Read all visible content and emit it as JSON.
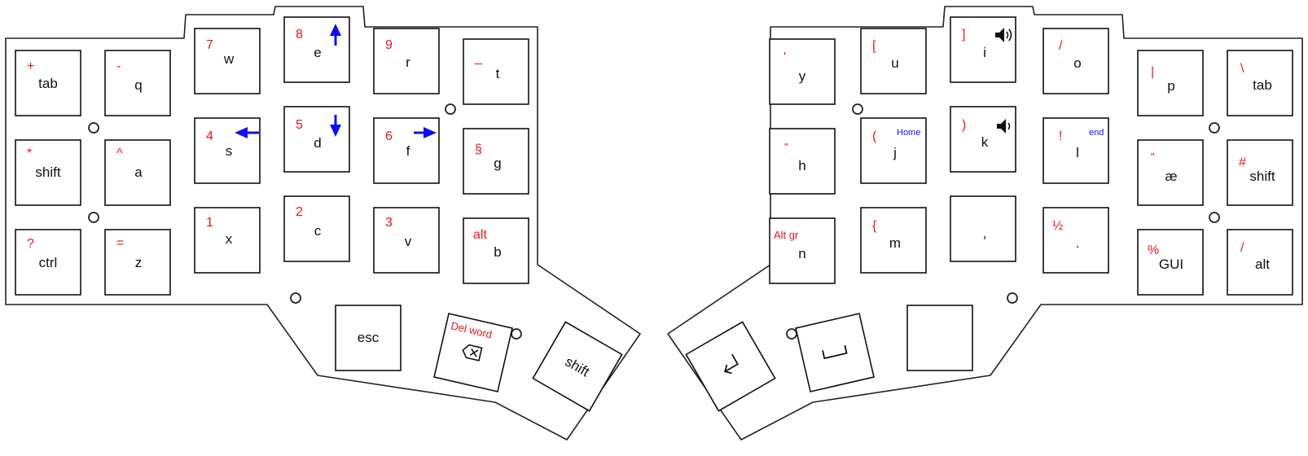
{
  "colors": {
    "base": "#111111",
    "layer": "#e8161a",
    "nav": "#1010ee"
  },
  "left": {
    "keys": [
      {
        "base": "tab",
        "layer": "+"
      },
      {
        "base": "q",
        "layer": "-"
      },
      {
        "base": "w",
        "layer": "7"
      },
      {
        "base": "e",
        "layer": "8",
        "arrow": "up-arrow-icon"
      },
      {
        "base": "r",
        "layer": "9"
      },
      {
        "base": "t",
        "layer": "_"
      },
      {
        "base": "shift",
        "layer": "*"
      },
      {
        "base": "a",
        "layer": "^"
      },
      {
        "base": "s",
        "layer": "4",
        "arrow": "left-arrow-icon"
      },
      {
        "base": "d",
        "layer": "5",
        "arrow": "down-arrow-icon"
      },
      {
        "base": "f",
        "layer": "6",
        "arrow": "right-arrow-icon"
      },
      {
        "base": "g",
        "layer": "§"
      },
      {
        "base": "ctrl",
        "layer": "?"
      },
      {
        "base": "z",
        "layer": "="
      },
      {
        "base": "x",
        "layer": "1"
      },
      {
        "base": "c",
        "layer": "2"
      },
      {
        "base": "v",
        "layer": "3"
      },
      {
        "base": "b",
        "layer": "alt"
      }
    ],
    "thumbs": [
      {
        "base": "esc"
      },
      {
        "base": "",
        "layer": "Del word",
        "icon": "backspace-icon"
      },
      {
        "base": "shift"
      }
    ]
  },
  "right": {
    "keys": [
      {
        "base": "y",
        "layer": "'"
      },
      {
        "base": "u",
        "layer": "["
      },
      {
        "base": "i",
        "layer": "]",
        "icon": "volume-up-icon"
      },
      {
        "base": "o",
        "layer": "/"
      },
      {
        "base": "p",
        "layer": "|"
      },
      {
        "base": "tab",
        "layer": "\\"
      },
      {
        "base": "h",
        "layer": "\""
      },
      {
        "base": "j",
        "layer": "(",
        "nav": "Home"
      },
      {
        "base": "k",
        "layer": ")",
        "icon": "volume-down-icon"
      },
      {
        "base": "l",
        "layer": "!",
        "nav": "end"
      },
      {
        "base": "æ",
        "layer": "\""
      },
      {
        "base": "shift",
        "layer": "#"
      },
      {
        "base": "n",
        "layer": "Alt gr"
      },
      {
        "base": "m",
        "layer": "{"
      },
      {
        "base": ","
      },
      {
        "base": ".",
        "layer": "½"
      },
      {
        "base": "GUI",
        "layer": "%"
      },
      {
        "base": "alt",
        "layer": "/"
      }
    ],
    "thumbs": [
      {
        "base": "",
        "icon": "enter-icon"
      },
      {
        "base": "",
        "icon": "space-icon"
      },
      {
        "base": ""
      }
    ]
  }
}
